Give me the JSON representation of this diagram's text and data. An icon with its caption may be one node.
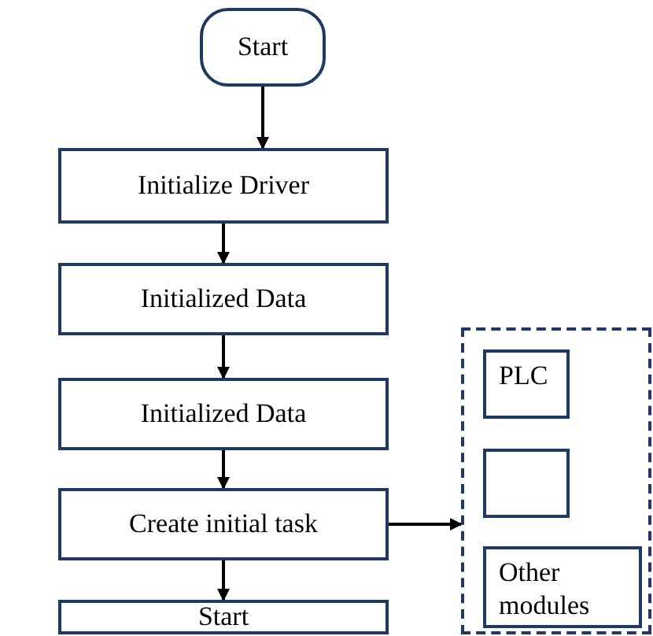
{
  "diagram": {
    "nodes": [
      {
        "text": [
          "Start"
        ]
      },
      {
        "text": [
          "Initialize Driver"
        ]
      },
      {
        "text": [
          "Initialized Data"
        ]
      },
      {
        "text": [
          "Initialized Data"
        ]
      },
      {
        "text": [
          "Create initial task"
        ]
      },
      {
        "text": [
          "Start"
        ]
      },
      {
        "text": [],
        "shape": "box"
      },
      {
        "text": [
          "PLC"
        ],
        "in": 6
      },
      {
        "text": [],
        "shape": "box",
        "in": 6
      },
      {
        "text": [
          "Other modules"
        ],
        "in": 6
      }
    ],
    "edges": [
      {
        "from": 0,
        "to": 1,
        "arrow": "to"
      },
      {
        "from": 1,
        "to": 2,
        "arrow": "to"
      },
      {
        "from": 2,
        "to": 3,
        "arrow": "to"
      },
      {
        "from": 3,
        "to": 4,
        "arrow": "to"
      },
      {
        "from": 4,
        "to": 5,
        "arrow": "to"
      },
      {
        "from": 4,
        "to": 6,
        "arrow": "to"
      }
    ]
  }
}
